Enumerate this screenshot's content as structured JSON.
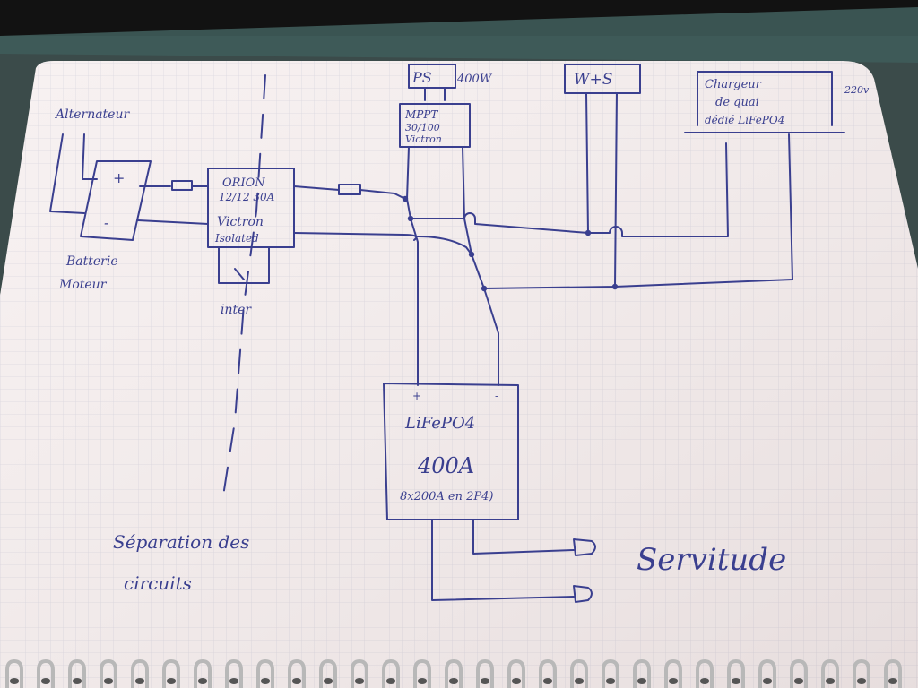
{
  "components": {
    "solar_panel": {
      "label": "PS",
      "power": "400W"
    },
    "mppt": {
      "line1": "MPPT",
      "line2": "30/100",
      "line3": "Victron"
    },
    "wind": {
      "label": "W+S"
    },
    "charger": {
      "line1": "Chargeur",
      "line2": "de quai",
      "line3": "dédié LiFePO4",
      "voltage": "220v"
    },
    "alternator": {
      "label": "Alternateur"
    },
    "engine_battery": {
      "plus": "+",
      "minus": "-",
      "line1": "Batterie",
      "line2": "Moteur"
    },
    "orion": {
      "line1": "ORION",
      "line2": "12/12 30A",
      "line3": "Victron",
      "line4": "Isolated"
    },
    "switch": {
      "label": "inter"
    },
    "lifepo4": {
      "line1": "LiFePO4",
      "line2": "400A",
      "line3": "8x200A en 2P4)",
      "plus": "+",
      "minus": "-"
    }
  },
  "annotations": {
    "separation_line1": "Séparation des",
    "separation_line2": "circuits",
    "service": "Servitude"
  },
  "colors": {
    "ink": "#3a3f8f",
    "paper": "#f5eeee",
    "grid": "#d9d6e0"
  }
}
